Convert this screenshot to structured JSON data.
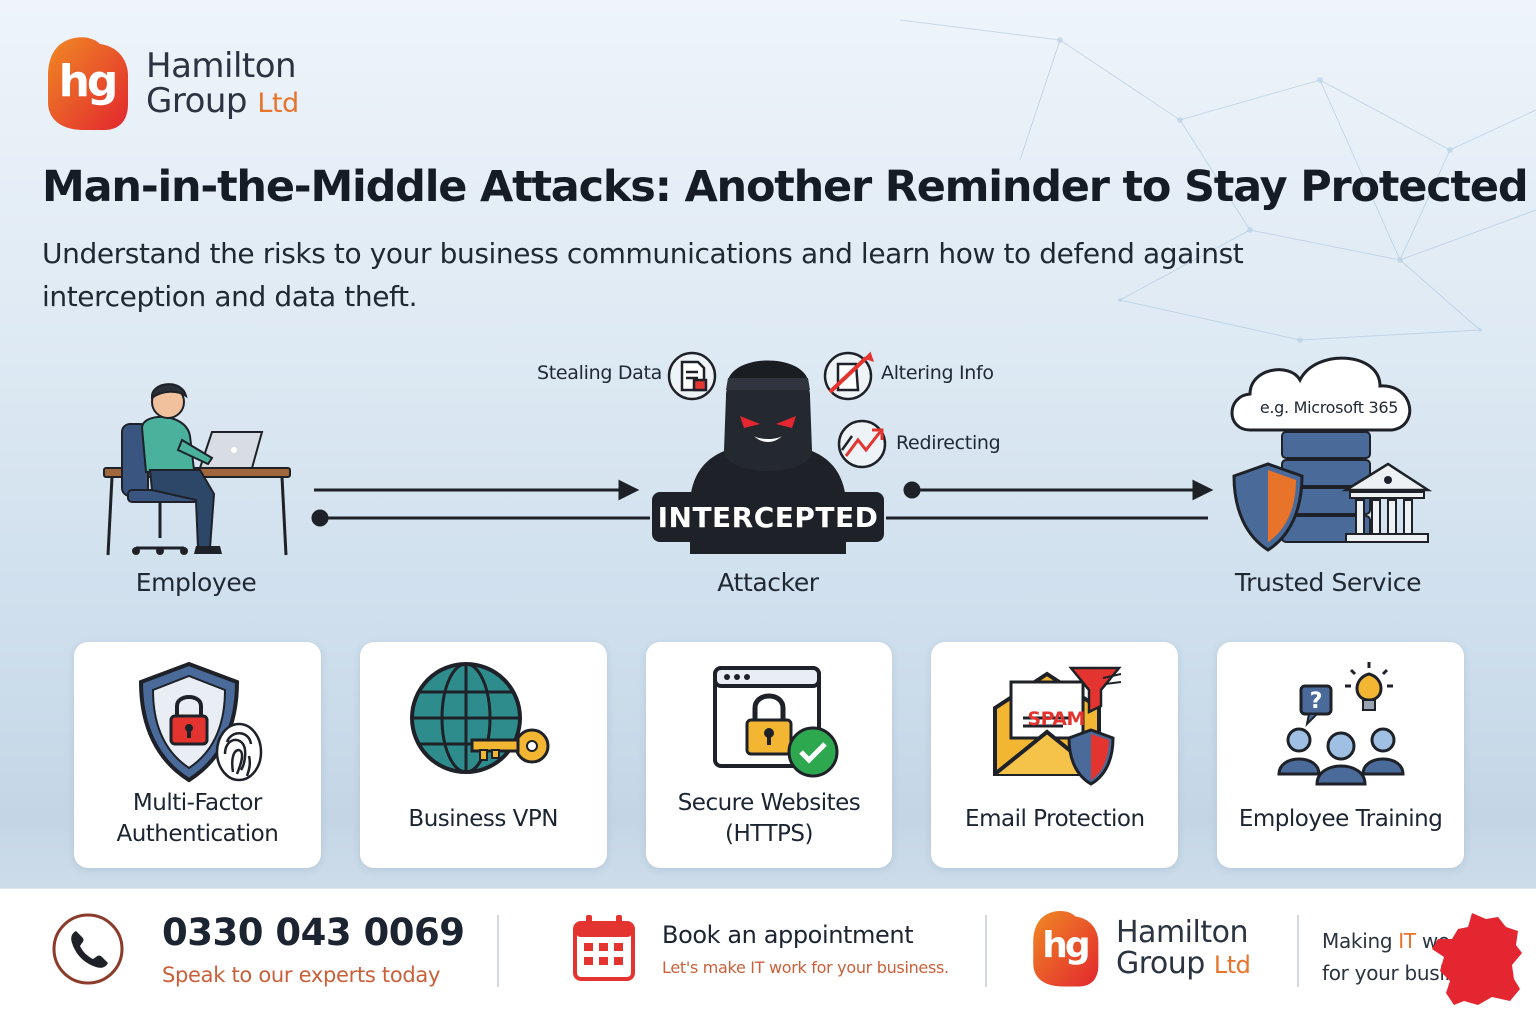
{
  "brand": {
    "logo_letters": "hg",
    "name_line1": "Hamilton",
    "name_line2": "Group",
    "name_suffix": "Ltd"
  },
  "header": {
    "title": "Man-in-the-Middle Attacks: Another Reminder to Stay Protected",
    "subtitle": "Understand the risks to your business communications and learn how to defend against interception and data theft."
  },
  "flow": {
    "employee_label": "Employee",
    "attacker_label": "Attacker",
    "trusted_label": "Trusted Service",
    "intercepted_badge": "INTERCEPTED",
    "threats": {
      "stealing": "Stealing Data",
      "altering": "Altering Info",
      "redirecting": "Redirecting"
    },
    "cloud_note": "e.g. Microsoft 365"
  },
  "cards": [
    {
      "label": "Multi-Factor Authentication",
      "icon": "shield-lock-fingerprint-icon"
    },
    {
      "label": "Business VPN",
      "icon": "globe-key-icon"
    },
    {
      "label": "Secure Websites (HTTPS)",
      "icon": "browser-lock-check-icon"
    },
    {
      "label": "Email Protection",
      "icon": "envelope-spam-shield-icon"
    },
    {
      "label": "Employee Training",
      "icon": "team-question-bulb-icon"
    }
  ],
  "card_badges": {
    "spam": "SPAM"
  },
  "footer": {
    "phone": "0330 043 0069",
    "phone_sub": "Speak to our experts today",
    "book_title": "Book an appointment",
    "book_sub": "Let's make IT work for your business.",
    "tagline_a": "Making ",
    "tagline_it": "IT",
    "tagline_b": " wo",
    "tagline_line2": "for your busin"
  },
  "colors": {
    "brand_red": "#e3342f",
    "brand_orange": "#e8732a",
    "dark": "#1e2228",
    "teal": "#2f8c8c",
    "shield_blue": "#4a6b9a"
  }
}
